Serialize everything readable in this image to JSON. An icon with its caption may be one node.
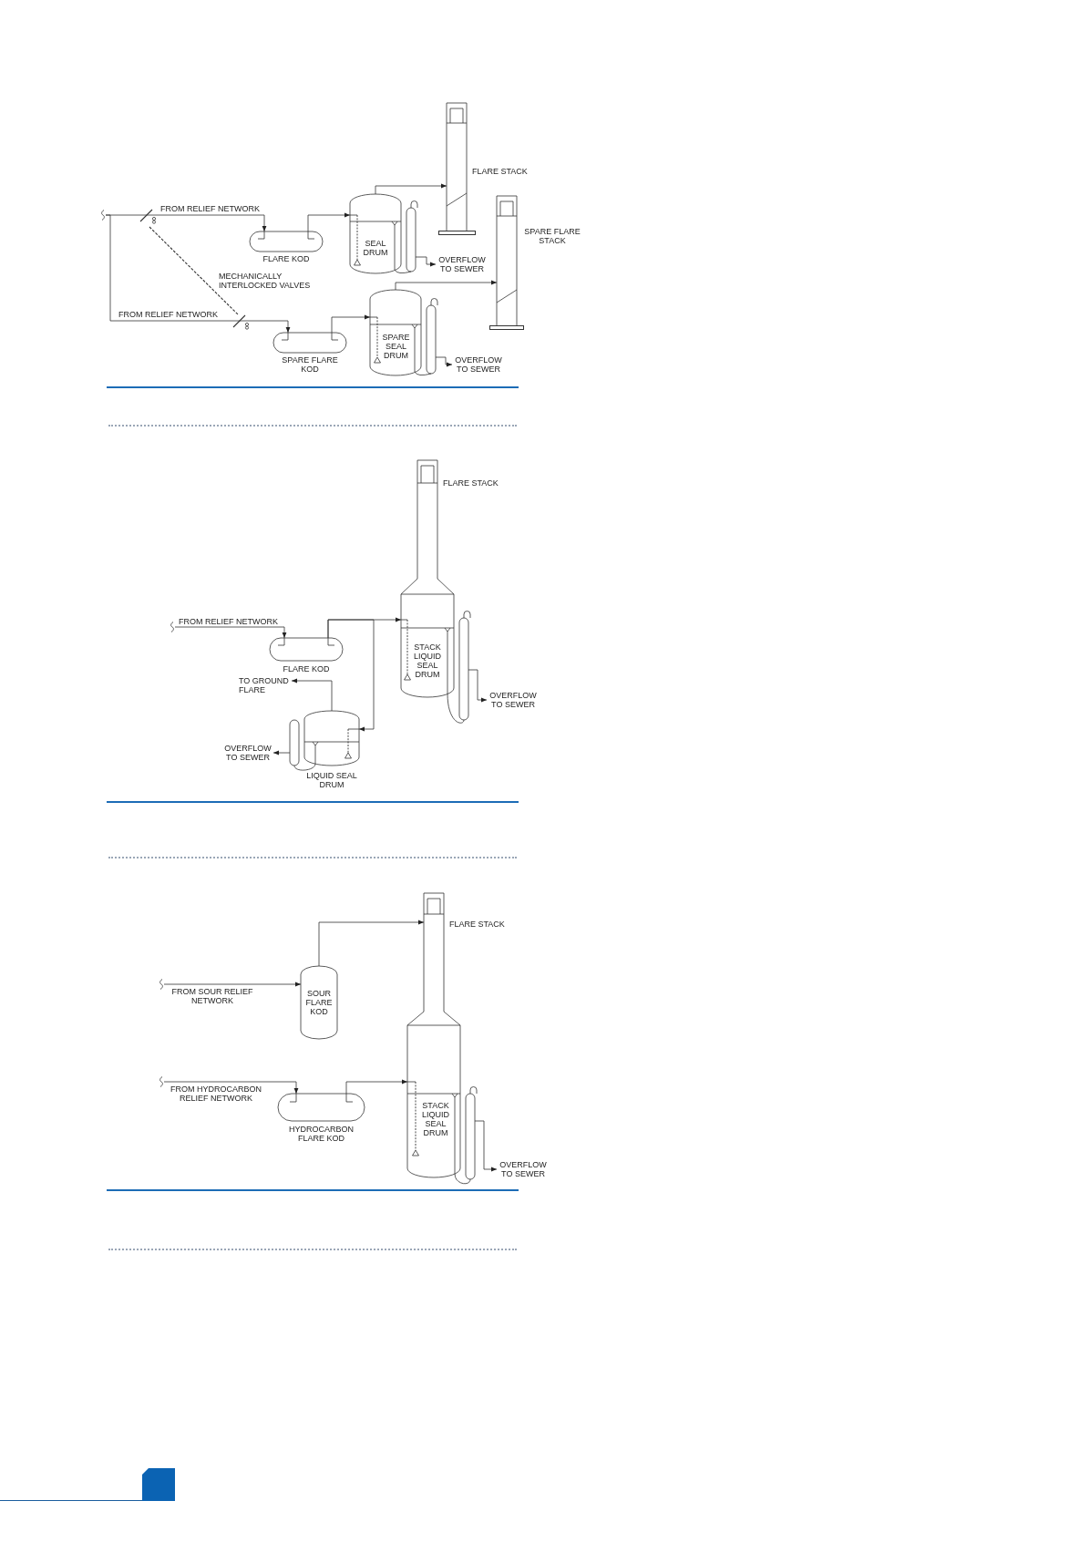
{
  "diagram": {
    "nodes": [
      {
        "text": [],
        "shape": "valve"
      },
      {
        "text": [
          "FLARE KOD"
        ]
      },
      {
        "text": [
          "SEAL DRUM"
        ]
      },
      {
        "text": [
          "FLARE STACK"
        ]
      },
      {
        "text": [
          "OVERFLOW TO SEWER"
        ]
      },
      {
        "text": [],
        "shape": "valve"
      },
      {
        "text": [
          "SPARE FLARE KOD"
        ]
      },
      {
        "text": [
          "SPARE SEAL DRUM"
        ]
      },
      {
        "text": [
          "SPARE FLARE STACK"
        ]
      },
      {
        "text": [
          "OVERFLOW TO SEWER"
        ]
      },
      {
        "text": [
          "FLARE STACK"
        ]
      },
      {
        "text": [
          "STACK LIQUID SEAL DRUM"
        ]
      },
      {
        "text": [
          "FLARE KOD"
        ]
      },
      {
        "text": [
          "TO GROUND FLARE"
        ]
      },
      {
        "text": [
          "LIQUID SEAL DRUM"
        ]
      },
      {
        "text": [
          "OVERFLOW TO SEWER"
        ]
      },
      {
        "text": [
          "OVERFLOW TO SEWER"
        ]
      },
      {
        "text": [
          "FLARE STACK"
        ]
      },
      {
        "text": [
          "STACK LIQUID SEAL DRUM"
        ]
      },
      {
        "text": [
          "SOUR FLARE KOD"
        ]
      },
      {
        "text": [
          "HYDROCARBON FLARE KOD"
        ]
      },
      {
        "text": [
          "OVERFLOW TO SEWER"
        ]
      }
    ],
    "edges": [
      {
        "from": null,
        "to": 0,
        "arrow": "none"
      },
      {
        "from": 0,
        "to": 1,
        "arrow": "to",
        "label": "FROM RELIEF NETWORK"
      },
      {
        "from": 1,
        "to": 2,
        "arrow": "to"
      },
      {
        "from": 2,
        "to": 3,
        "arrow": "to"
      },
      {
        "from": 2,
        "to": 4,
        "arrow": "to"
      },
      {
        "from": 0,
        "to": 5,
        "arrow": "none",
        "label": "MECHANICALLY INTERLOCKED VALVES",
        "style": "dashed"
      },
      {
        "from": null,
        "to": 5,
        "arrow": "none",
        "label": "FROM RELIEF NETWORK"
      },
      {
        "from": 5,
        "to": 6,
        "arrow": "to"
      },
      {
        "from": 6,
        "to": 7,
        "arrow": "to"
      },
      {
        "from": 7,
        "to": 8,
        "arrow": "to"
      },
      {
        "from": 7,
        "to": 9,
        "arrow": "to"
      },
      {
        "from": null,
        "to": 12,
        "arrow": "to",
        "label": "FROM RELIEF NETWORK"
      },
      {
        "from": 12,
        "to": 11,
        "arrow": "to"
      },
      {
        "from": 12,
        "to": 14,
        "arrow": "to"
      },
      {
        "from": 14,
        "to": 13,
        "arrow": "to"
      },
      {
        "from": 14,
        "to": 15,
        "arrow": "to"
      },
      {
        "from": 11,
        "to": 16,
        "arrow": "to"
      },
      {
        "from": null,
        "to": 19,
        "arrow": "to",
        "label": "FROM SOUR RELIEF NETWORK"
      },
      {
        "from": 19,
        "to": 17,
        "arrow": "to"
      },
      {
        "from": null,
        "to": 20,
        "arrow": "to",
        "label": "FROM HYDROCARBON RELIEF NETWORK"
      },
      {
        "from": 20,
        "to": 18,
        "arrow": "to"
      },
      {
        "from": 18,
        "to": 21,
        "arrow": "to"
      }
    ]
  }
}
